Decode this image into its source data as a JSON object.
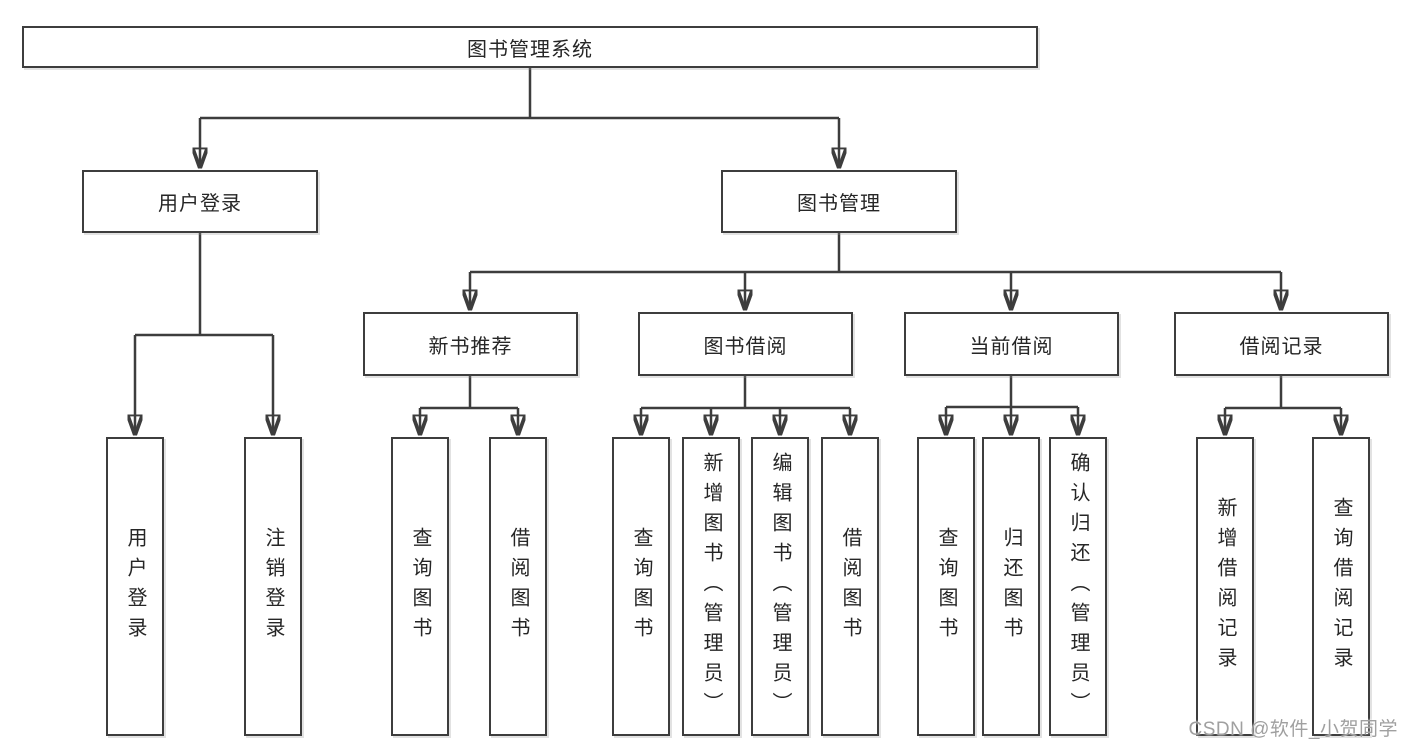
{
  "diagram": {
    "type": "functional-structure-tree",
    "root": {
      "label": "图书管理系统"
    },
    "level2": [
      {
        "id": "user-login",
        "label": "用户登录"
      },
      {
        "id": "book-management",
        "label": "图书管理"
      }
    ],
    "level3": [
      {
        "id": "new-book-recommend",
        "label": "新书推荐",
        "parent": "图书管理"
      },
      {
        "id": "book-borrowing",
        "label": "图书借阅",
        "parent": "图书管理"
      },
      {
        "id": "current-borrowing",
        "label": "当前借阅",
        "parent": "图书管理"
      },
      {
        "id": "borrowing-records",
        "label": "借阅记录",
        "parent": "图书管理"
      }
    ],
    "leaves": {
      "user_login": [
        "用户登录",
        "注销登录"
      ],
      "new_book_recommend": [
        "查询图书",
        "借阅图书"
      ],
      "book_borrowing": [
        "查询图书",
        "新增图书（管理员）",
        "编辑图书（管理员）",
        "借阅图书"
      ],
      "current_borrowing": [
        "查询图书",
        "归还图书",
        "确认归还（管理员）"
      ],
      "borrowing_records": [
        "新增借阅记录",
        "查询借阅记录"
      ]
    }
  },
  "watermark": {
    "text": "CSDN @软件_小贺同学"
  },
  "colors": {
    "line": "#3d3d3d",
    "box_border": "#3d3d3d",
    "text": "#262626",
    "background": "#ffffff",
    "watermark": "#a0a0a0"
  }
}
